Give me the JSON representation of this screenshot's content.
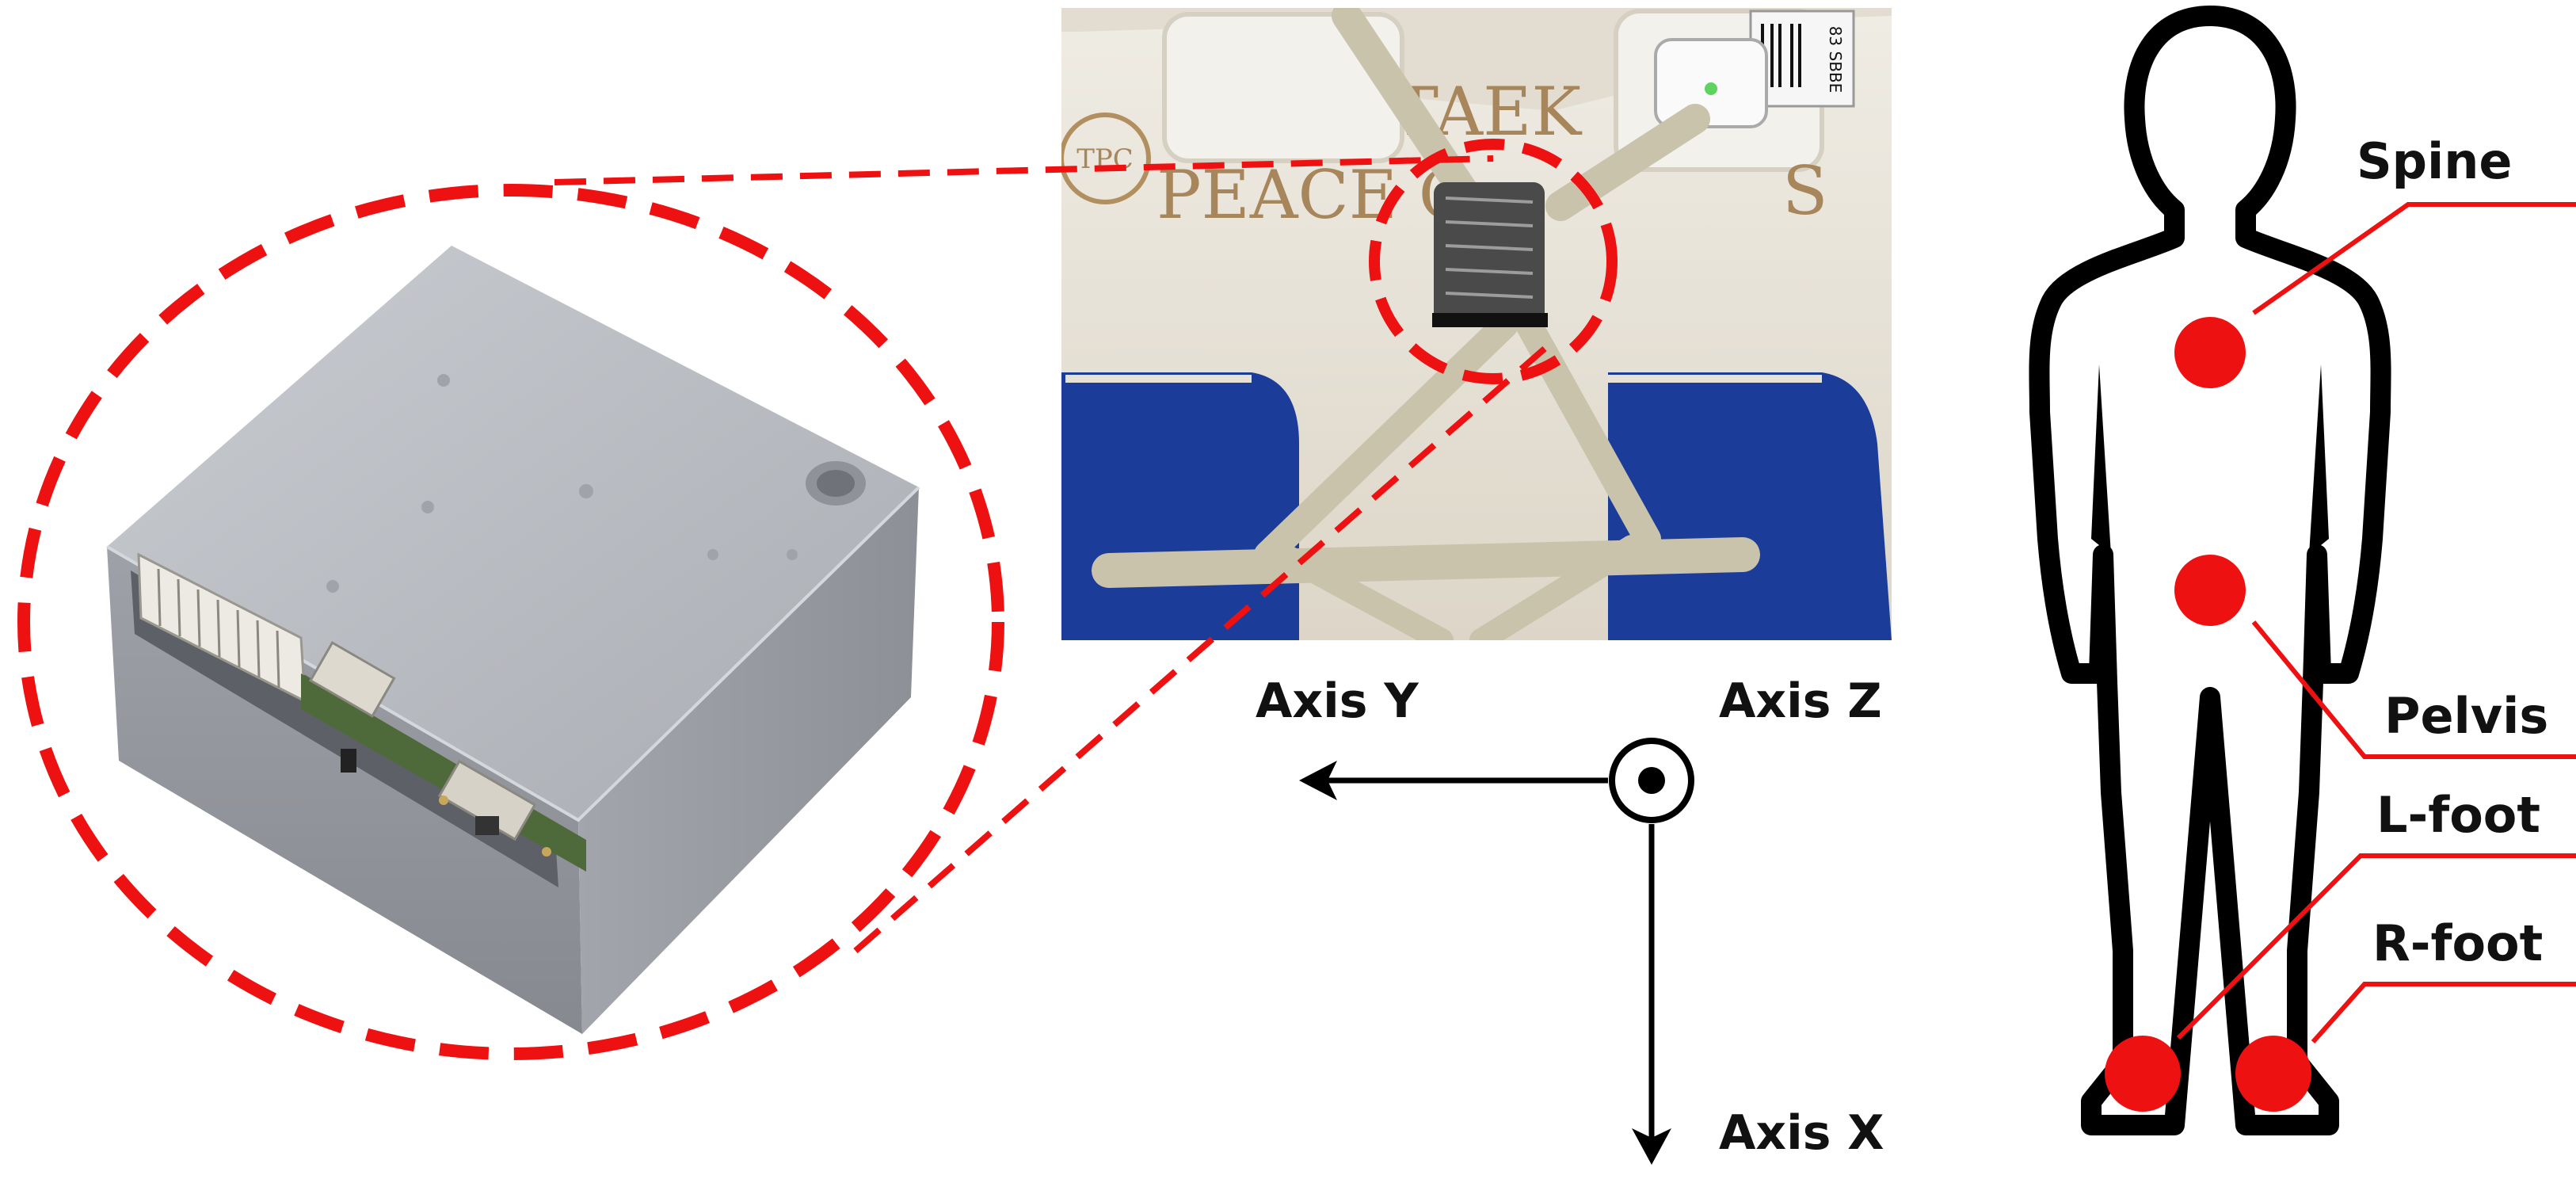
{
  "axes": {
    "y_label": "Axis Y",
    "z_label": "Axis Z",
    "x_label": "Axis X"
  },
  "body_labels": {
    "spine": "Spine",
    "pelvis": "Pelvis",
    "l_foot": "L-foot",
    "r_foot": "R-foot"
  },
  "vest_photo": {
    "logo_text": "TPC",
    "print_line1": "TAEK",
    "print_line2": "PEACE C",
    "print_line2_end": "S",
    "tag_text": "83 SBBE"
  },
  "colors": {
    "highlight_red": "#ee1111",
    "sensor_grey": "#b5b8be",
    "vest_blue": "#1c3c9a",
    "strap_grey": "#c9c3ac",
    "outline": "#000000"
  },
  "icons": {
    "sensor": "imu-sensor-module",
    "vest": "sensor-vest-photo",
    "body": "human-body-silhouette"
  }
}
